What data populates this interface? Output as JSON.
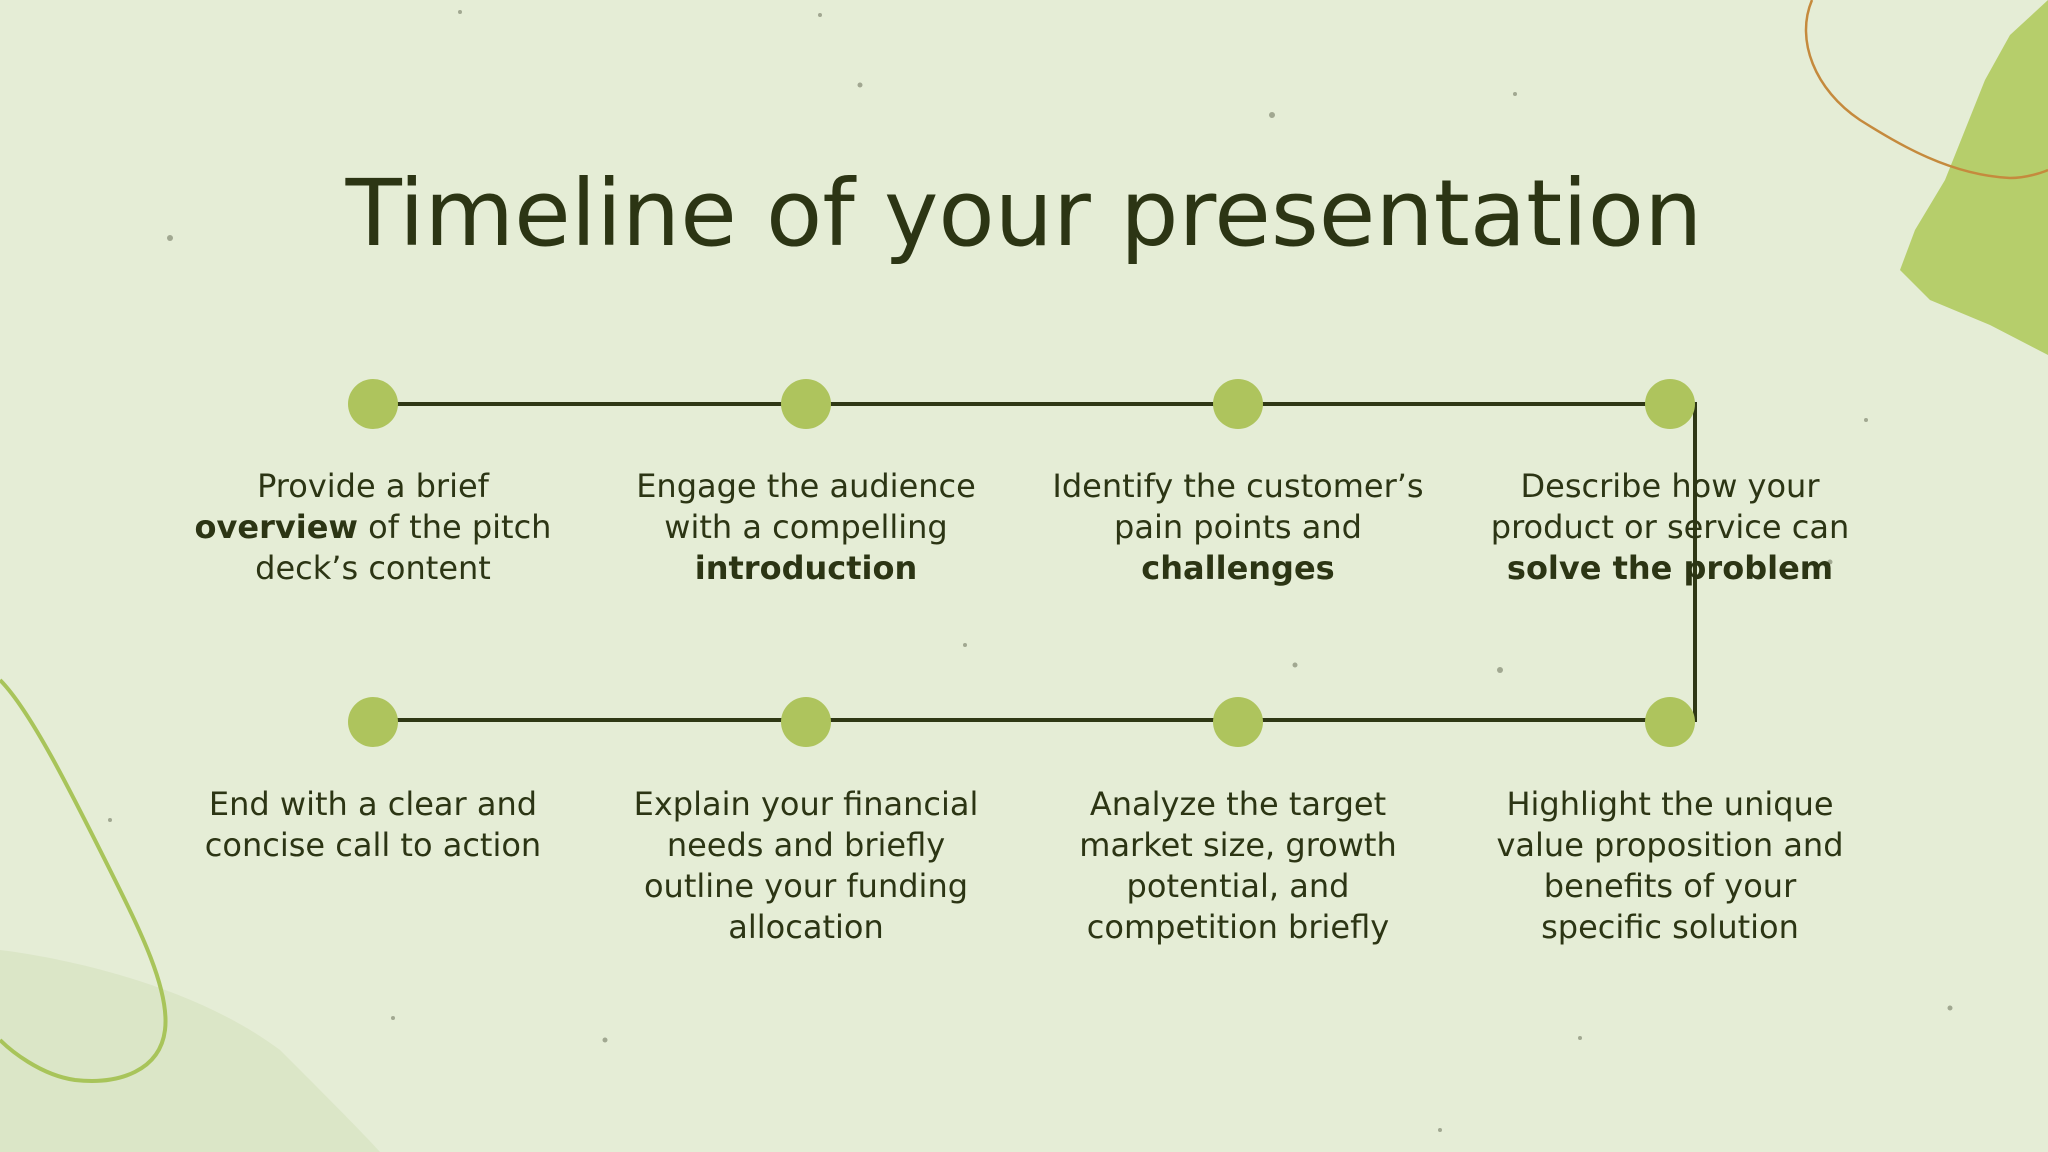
{
  "title": "Timeline of your presentation",
  "colors": {
    "background": "#e5edd6",
    "text": "#2c3514",
    "line": "#2f3815",
    "dot": "#aec45d",
    "accent_green": "#b3cc65",
    "accent_orange": "#c58a3d"
  },
  "steps": [
    {
      "pre": "Provide a brief ",
      "bold": "overview",
      "post": " of the pitch deck’s content"
    },
    {
      "pre": "Engage the audience with a compelling ",
      "bold": "introduction",
      "post": ""
    },
    {
      "pre": "Identify the customer’s pain points and ",
      "bold": "challenges",
      "post": ""
    },
    {
      "pre": "Describe how your product or service can ",
      "bold": "solve the problem",
      "post": ""
    },
    {
      "pre": "Highlight the unique value proposition and benefits of your specific solution",
      "bold": "",
      "post": ""
    },
    {
      "pre": "Analyze the target market size, growth potential, and competition briefly",
      "bold": "",
      "post": ""
    },
    {
      "pre": "Explain your financial needs and briefly outline your funding allocation",
      "bold": "",
      "post": ""
    },
    {
      "pre": "End with a clear and concise call to action",
      "bold": "",
      "post": ""
    }
  ]
}
